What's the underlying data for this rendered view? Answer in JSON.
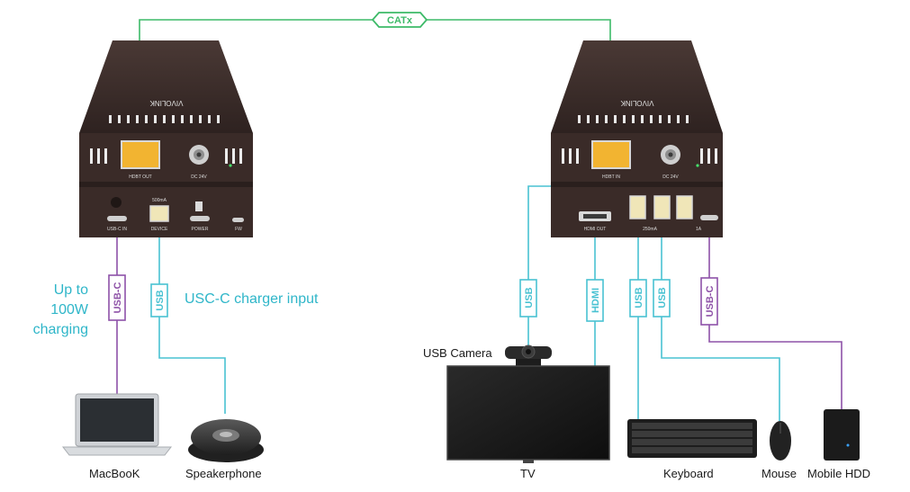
{
  "colors": {
    "green": "#3dba68",
    "cyan": "#49c2d2",
    "purple": "#8e52a8",
    "box": "#3b2c2a",
    "accent_text": "#2fb6c9"
  },
  "link": {
    "label": "CATx"
  },
  "transmitter": {
    "brand": "VIVOLINK",
    "port_hdbt": "HDBT OUT",
    "port_dc": "DC 24V",
    "port_usbc": "USB-C IN",
    "port_device": "DEVICE",
    "device_current": "500mA",
    "port_power": "POWER",
    "port_fw": "FW"
  },
  "receiver": {
    "brand": "VIVOLINK",
    "port_hdbt": "HDBT IN",
    "port_dc": "DC 24V",
    "port_hdmi": "HDMI OUT",
    "usb_current_1": "250mA",
    "usb_current_2": "1A"
  },
  "cables": {
    "usbc_left": "USB-C",
    "usb_left": "USB",
    "usb_tv": "USB",
    "hdmi": "HDMI",
    "usb_kb": "USB",
    "usb_mouse": "USB",
    "usbc_right": "USB-C"
  },
  "annotations": {
    "charging_line1": "Up to 100W",
    "charging_line2": "charging",
    "charger_input": "USC-C charger input"
  },
  "devices": {
    "macbook": "MacBooK",
    "speakerphone": "Speakerphone",
    "camera": "USB Camera",
    "tv": "TV",
    "keyboard": "Keyboard",
    "mouse": "Mouse",
    "hdd": "Mobile HDD"
  }
}
